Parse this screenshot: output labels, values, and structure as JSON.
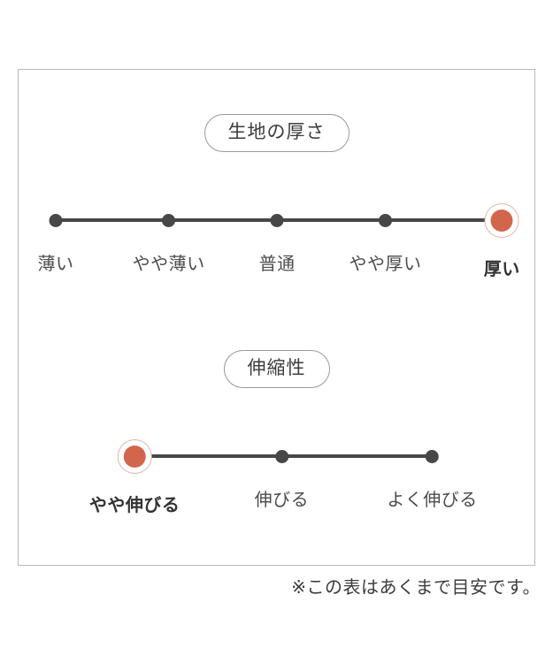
{
  "frame": {
    "border_color": "#b9b9b9"
  },
  "colors": {
    "selected": "#d2664c",
    "selected_ring": "#e4b4a5",
    "dot": "#474747",
    "track": "#474747",
    "label": "#4c4c4c",
    "badge_border": "#9a9a9a"
  },
  "chart_data": {
    "type": "scale",
    "title": "",
    "scales": [
      {
        "id": "thickness",
        "label": "生地の厚さ",
        "selected_index": 4,
        "points": [
          {
            "label": "薄い",
            "x_pct": 7.2,
            "selected": false
          },
          {
            "label": "やや薄い",
            "x_pct": 29.1,
            "selected": false
          },
          {
            "label": "普通",
            "x_pct": 50.1,
            "selected": false
          },
          {
            "label": "やや厚い",
            "x_pct": 71.1,
            "selected": false
          },
          {
            "label": "厚い",
            "x_pct": 93.7,
            "selected": true
          }
        ]
      },
      {
        "id": "stretch",
        "label": "伸縮性",
        "selected_index": 0,
        "points": [
          {
            "label": "やや伸びる",
            "x_pct": 22.5,
            "selected": true
          },
          {
            "label": "伸びる",
            "x_pct": 51.0,
            "selected": false
          },
          {
            "label": "よく伸びる",
            "x_pct": 80.2,
            "selected": false
          }
        ]
      }
    ]
  },
  "footnote": "※この表はあくまで目安です。"
}
